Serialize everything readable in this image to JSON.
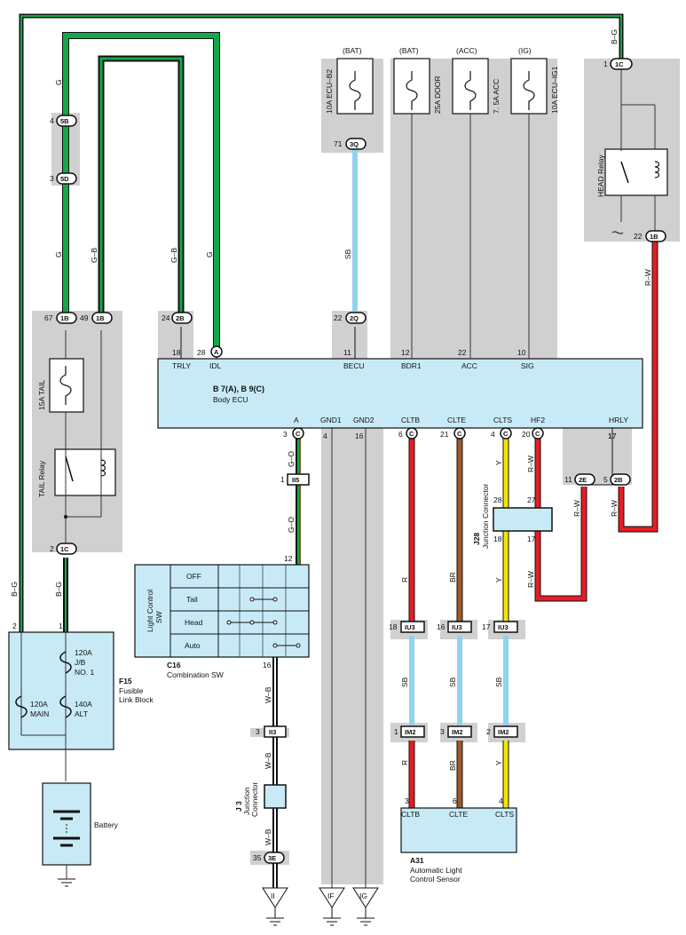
{
  "colors": {
    "green": "#14a84a",
    "red": "#e41e26",
    "brown": "#9b5a2e",
    "yellow": "#f4e600",
    "sky": "#8fd3ee",
    "box_fill": "#c8eaf7",
    "shade": "#d0d0d0"
  },
  "icons": [
    "fuse-icon",
    "relay-coil-icon",
    "ground-icon",
    "battery-icon",
    "connector-icon",
    "switch-contact-icon"
  ],
  "body_ecu": {
    "title1": "B 7(A), B 9(C)",
    "title2": "Body ECU",
    "top": [
      {
        "pin": "18",
        "label": "TRLY"
      },
      {
        "pin": "28",
        "label": "IDL",
        "conn": "A"
      },
      {
        "pin": "11",
        "label": "BECU"
      },
      {
        "pin": "12",
        "label": "BDR1"
      },
      {
        "pin": "22",
        "label": "ACC"
      },
      {
        "pin": "10",
        "label": "SIG"
      }
    ],
    "bottom": [
      {
        "pin": "3",
        "label": "A",
        "conn": "C"
      },
      {
        "pin": "4",
        "label": "GND1"
      },
      {
        "pin": "16",
        "label": "GND2"
      },
      {
        "pin": "6",
        "label": "CLTB",
        "conn": "C"
      },
      {
        "pin": "21",
        "label": "CLTE",
        "conn": "C"
      },
      {
        "pin": "4",
        "label": "CLTS",
        "conn": "C"
      },
      {
        "pin": "20",
        "label": "HF2",
        "conn": "C"
      },
      {
        "pin": "17",
        "label": "HRLY"
      }
    ]
  },
  "fuses": [
    {
      "source": "(BAT)",
      "name": "10A ECU–B2"
    },
    {
      "source": "(BAT)",
      "name": "25A DOOR"
    },
    {
      "source": "(ACC)",
      "name": "7. 5A ACC"
    },
    {
      "source": "(IG)",
      "name": "10A ECU–IG1"
    }
  ],
  "connectors": {
    "c5B": "5B",
    "c5D": "5D",
    "c1B": "1B",
    "c2B": "2B",
    "c3Q": "3Q",
    "c2Q": "2Q",
    "c1C": "1C",
    "c2E": "2E",
    "cII5": "II5",
    "cII3": "II3",
    "c3E": "3E",
    "cIU3": "IU3",
    "cIM2": "IM2"
  },
  "pins": {
    "p4": "4",
    "p3": "3",
    "p67": "67",
    "p49": "49",
    "p24": "24",
    "p22": "22",
    "p71": "71",
    "p1": "1",
    "p2": "2",
    "p11": "11",
    "p5": "5",
    "p12": "12",
    "p16": "16",
    "p35": "35",
    "p18": "18",
    "p17": "17",
    "p28": "28",
    "p27": "27",
    "p21": "21",
    "p6": "6",
    "p20": "20"
  },
  "wires": {
    "g": "G",
    "gb": "G–B",
    "bg": "B–G",
    "sb": "SB",
    "rw": "R–W",
    "go": "G–O",
    "wb": "W–B",
    "r": "R",
    "br": "BR",
    "y": "Y"
  },
  "tail_fuse": "15A TAIL",
  "tail_relay": "TAIL Relay",
  "head_relay": "HEAD Relay",
  "fusible_link": {
    "code": "F15",
    "name1": "Fusible",
    "name2": "Link Block",
    "f120jb1": "120A",
    "f120jb2": "J/B",
    "f120jb3": "NO. 1",
    "f120main1": "120A",
    "f120main2": "MAIN",
    "f140alt1": "140A",
    "f140alt2": "ALT"
  },
  "battery": "Battery",
  "combination_sw": {
    "code": "C16",
    "name": "Combination SW",
    "side1": "Light Control",
    "side2": "SW",
    "positions": [
      "OFF",
      "Tail",
      "Head",
      "Auto"
    ]
  },
  "j3": {
    "code": "J 3",
    "name1": "Junction",
    "name2": "Connector"
  },
  "j28": {
    "code": "J28",
    "name": "Junction Connector"
  },
  "sensor": {
    "code": "A31",
    "name1": "Automatic Light",
    "name2": "Control Sensor",
    "pins": [
      "CLTB",
      "CLTE",
      "CLTS"
    ]
  },
  "grounds": [
    "II",
    "IF",
    "IG"
  ]
}
